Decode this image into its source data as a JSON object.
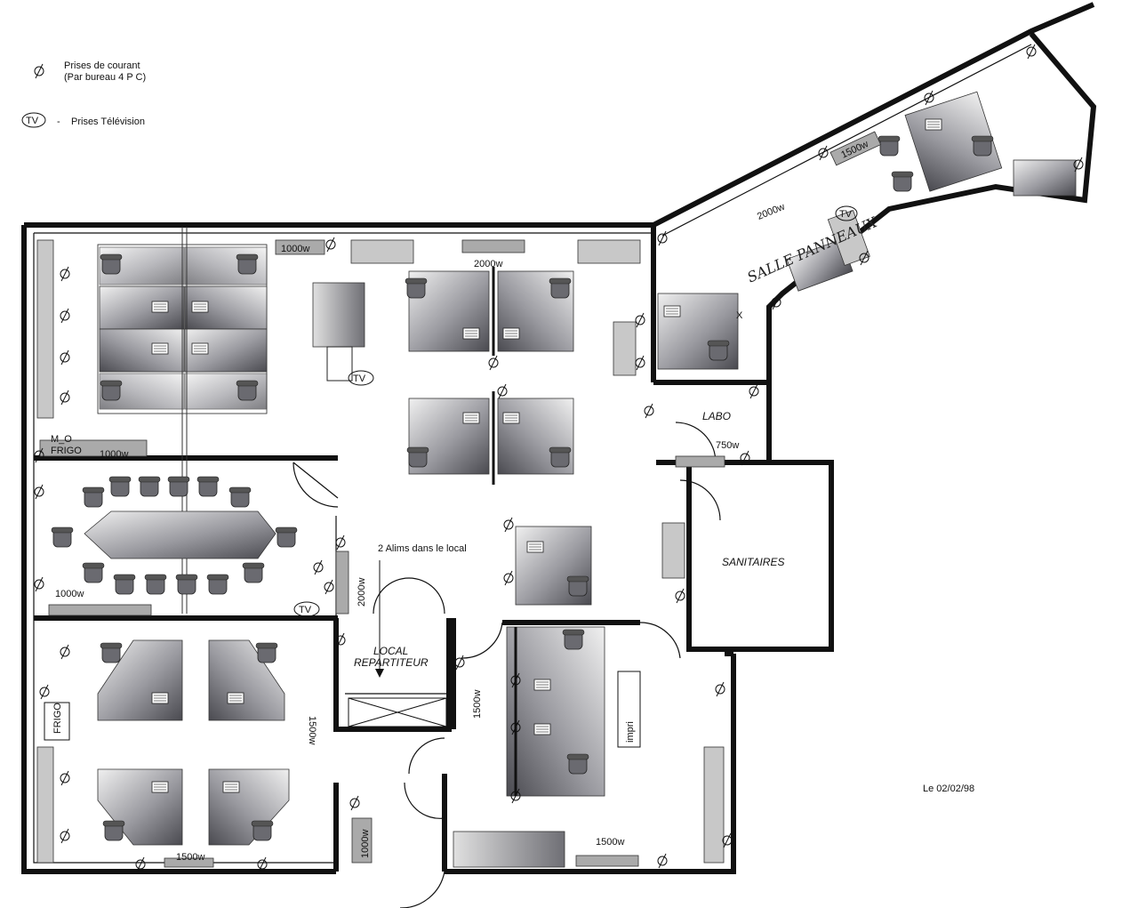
{
  "legend": {
    "outlets_title": "Prises de courant",
    "outlets_note": "(Par bureau  4 P C)",
    "tv_symbol": "TV",
    "tv_dash": "-",
    "tv_label": "Prises Télévision"
  },
  "labels": {
    "w_1000_top": "1000w",
    "w_2000_center": "2000w",
    "w_2000_east": "2000w",
    "w_1500_east": "1500w",
    "salle_handwritten": "SALLE PANNEAUX",
    "labo": "LABO",
    "w_750": "750w",
    "mo": "M_O",
    "frigo_top": "FRIGO",
    "w_1000_meeting_top": "1000w",
    "w_1000_meeting_left": "1000w",
    "tv_meeting": "TV",
    "tv_top": "TV",
    "tv_east": "TV",
    "alims": "2 Alims dans le local",
    "w_2000_vertical": "2000w",
    "local_line1": "LOCAL",
    "local_line2": "REPARTITEUR",
    "sanitaires": "SANITAIRES",
    "w_1500_left_vertical": "1500w",
    "w_1500_mid_vertical": "1500w",
    "frigo_left": "FRIGO",
    "impri": "impri",
    "w_1500_bottom_left": "1500w",
    "w_1000_bottom_vertical": "1000w",
    "w_1500_bottom_right": "1500w",
    "date": "Le 02/02/98",
    "office_x": "X"
  },
  "colors": {
    "ink": "#111111",
    "desk_light": "#eeeeee",
    "desk_dark": "#5a5a60",
    "chair": "#6a6a70"
  }
}
